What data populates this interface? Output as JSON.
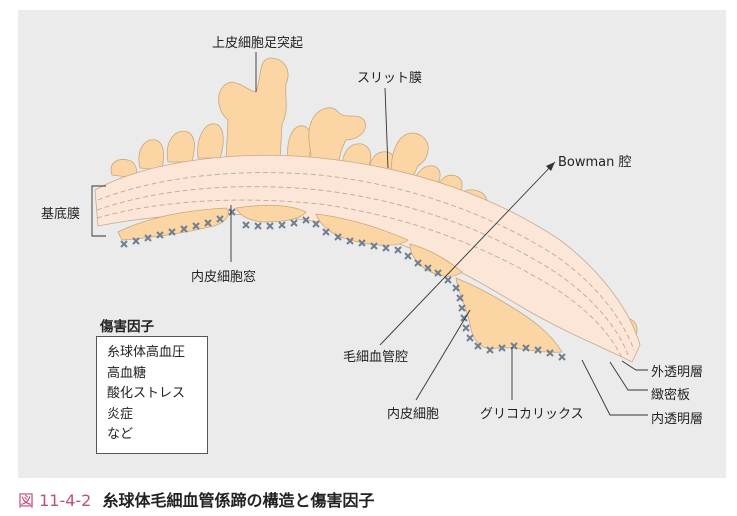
{
  "labels": {
    "podocyte_foot": "上皮細胞足突起",
    "slit_membrane": "スリット膜",
    "bowman": "Bowman 腔",
    "basement_membrane": "基底膜",
    "fenestra": "内皮細胞窓",
    "capillary_lumen": "毛細血管腔",
    "endothelial_cell": "内皮細胞",
    "glycocalyx": "グリコカリックス",
    "lamina_rara_externa": "外透明層",
    "lamina_densa": "緻密板",
    "lamina_rara_interna": "内透明層"
  },
  "factors": {
    "title": "傷害因子",
    "items": [
      "糸球体高血圧",
      "高血糖",
      "酸化ストレス",
      "炎症",
      "など"
    ]
  },
  "caption": {
    "number": "図 11-4-2",
    "title": "糸球体毛細血管係蹄の構造と傷害因子"
  },
  "colors": {
    "podocyte": "#fbd5a4",
    "membrane": "#fbe6d8",
    "glycocalyx_x": "#6e7f92",
    "panel": "#ebebeb",
    "caption_accent": "#c24d7a"
  }
}
